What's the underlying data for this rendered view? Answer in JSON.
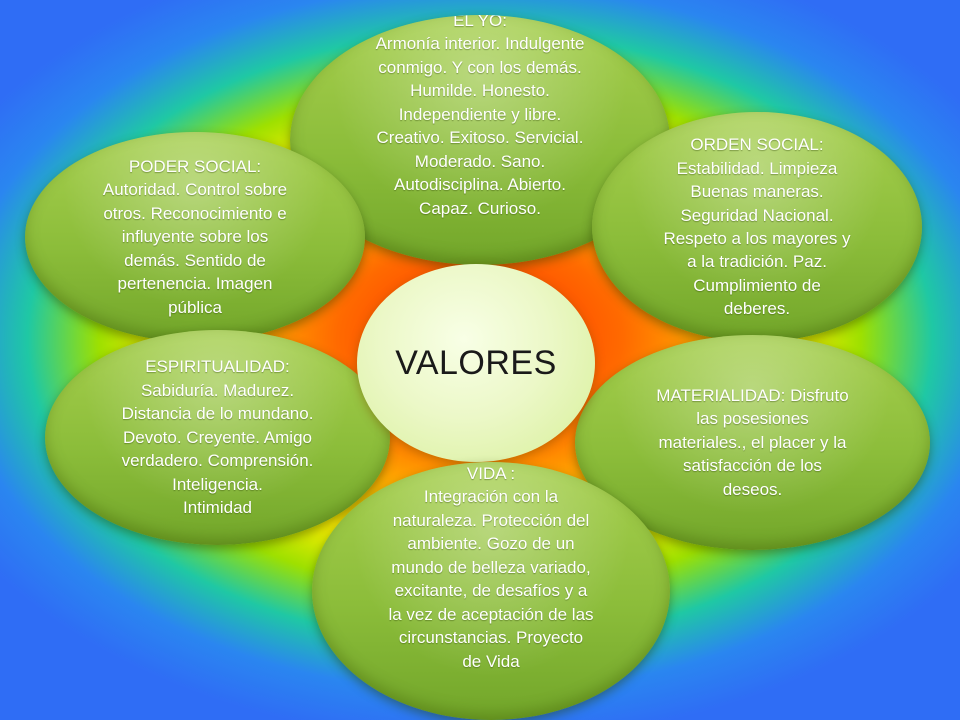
{
  "center": {
    "label": "VALORES"
  },
  "petals": {
    "el_yo": {
      "title": "EL YO:",
      "body": "Armonía interior. Indulgente\nconmigo. Y con los demás.\nHumilde. Honesto.\nIndependiente   y libre.\nCreativo. Exitoso.  Servicial.\nModerado.  Sano.\nAutodisciplina. Abierto.\nCapaz. Curioso."
    },
    "orden_social": {
      "title": "ORDEN SOCIAL:",
      "body": "Estabilidad. Limpieza\nBuenas maneras.\nSeguridad Nacional.\nRespeto a los mayores y\na la tradición. Paz.\nCumplimiento de\ndeberes."
    },
    "poder_social": {
      "title": "PODER SOCIAL:",
      "body": "Autoridad. Control sobre\notros. Reconocimiento  e\ninfluyente sobre los\ndemás. Sentido de\npertenencia.  Imagen\npública"
    },
    "espiritualidad": {
      "title": "ESPIRITUALIDAD:",
      "body": "Sabiduría. Madurez.\nDistancia de lo mundano.\nDevoto. Creyente.   Amigo\nverdadero. Comprensión.\nInteligencia.\nIntimidad"
    },
    "materialidad": {
      "title": "",
      "body": "MATERIALIDAD: Disfruto\nlas posesiones\nmateriales., el placer y la\nsatisfacción de los\ndeseos."
    },
    "vida": {
      "title": "VIDA :",
      "body": "Integración con la\nnaturaleza. Protección del\nambiente. Gozo  de un\nmundo de belleza variado,\nexcitante,  de desafíos y a\nla vez de aceptación de las\ncircunstancias. Proyecto\nde  Vida"
    }
  }
}
